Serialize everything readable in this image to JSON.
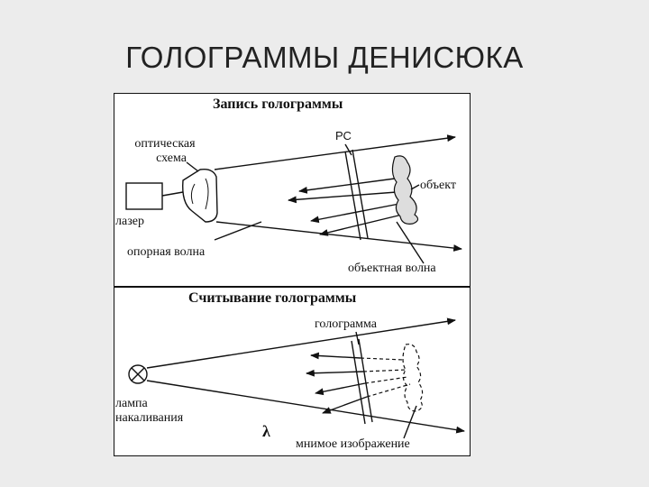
{
  "slide": {
    "title": "ГОЛОГРАММЫ ДЕНИСЮКА"
  },
  "recording": {
    "title": "Запись голограммы",
    "optical_scheme_line1": "оптическая",
    "optical_scheme_line2": "схема",
    "plate_label": "РС",
    "object_label": "объект",
    "laser_label": "лазер",
    "reference_wave_label": "опорная волна",
    "object_wave_label": "объектная волна"
  },
  "reading": {
    "title": "Считывание голограммы",
    "hologram_label": "голограмма",
    "lamp_line1": "лампа",
    "lamp_line2": "накаливания",
    "lambda_label": "λ",
    "virtual_image_label": "мнимое изображение"
  }
}
